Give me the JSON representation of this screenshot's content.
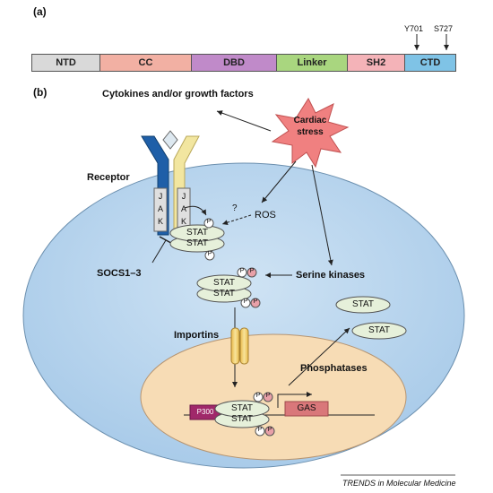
{
  "panel_a": {
    "label": "(a)",
    "domains": [
      {
        "name": "NTD",
        "color": "#d9d9d9"
      },
      {
        "name": "CC",
        "color": "#f2b0a3"
      },
      {
        "name": "DBD",
        "color": "#c08ac9"
      },
      {
        "name": "Linker",
        "color": "#a9d67f"
      },
      {
        "name": "SH2",
        "color": "#f4b3b8"
      },
      {
        "name": "CTD",
        "color": "#7fc3e6"
      }
    ],
    "sites": [
      "Y701",
      "S727"
    ]
  },
  "panel_b": {
    "label": "(b)",
    "cytokines": "Cytokines and/or growth factors",
    "cardiac_stress": "Cardiac stress",
    "receptor": "Receptor",
    "jak": "JAK",
    "question": "?",
    "ros": "ROS",
    "stat": "STAT",
    "p": "P",
    "socs": "SOCS1–3",
    "serine_kinases": "Serine kinases",
    "importins": "Importins",
    "phosphatases": "Phosphatases",
    "p300": "P300",
    "gas": "GAS"
  },
  "footer": "TRENDS in Molecular Medicine",
  "colors": {
    "cell": "#b8d6ee",
    "nucleus": "#f7dcb5",
    "stat": "#e6f0da",
    "phospho_tyr": "#ffffff",
    "phospho_ser": "#e8a0a8",
    "stress": "#f08080",
    "receptor_blue": "#1f5fa8",
    "receptor_yellow": "#f2e6a0",
    "importin": "#f2cf6a",
    "p300": "#a0286a",
    "gas": "#d9777a"
  }
}
